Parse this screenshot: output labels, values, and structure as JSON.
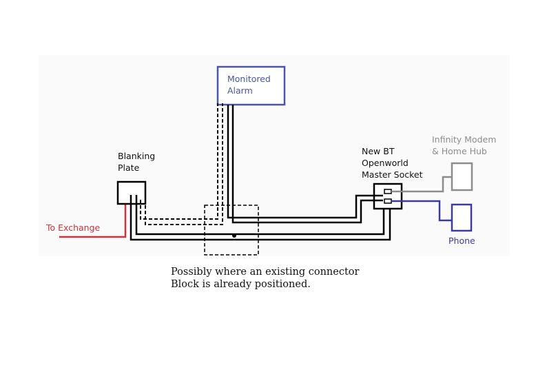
{
  "labels": {
    "alarm": "Monitored\nAlarm",
    "blanking_plate": "Blanking\nPlate",
    "exchange": "To Exchange",
    "master_socket": "New BT\nOpenworld\nMaster Socket",
    "modem": "Infinity Modem\n& Home Hub",
    "phone": "Phone"
  },
  "note": {
    "line1": "Possibly where an existing connector",
    "line2": "Block is already positioned."
  },
  "colors": {
    "exchange": "#d0323c",
    "alarm": "#4a55a5",
    "modem": "#8c8c8c",
    "phone": "#3a3aa0",
    "wire": "#000000"
  }
}
